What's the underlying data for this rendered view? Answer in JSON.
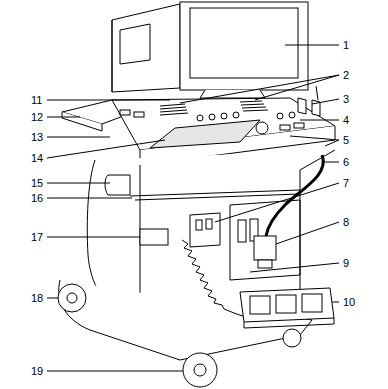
{
  "diagram": {
    "labels": [
      "1",
      "2",
      "3",
      "4",
      "5",
      "6",
      "7",
      "8",
      "9",
      "10",
      "11",
      "12",
      "13",
      "14",
      "15",
      "16",
      "17",
      "18",
      "19"
    ]
  }
}
